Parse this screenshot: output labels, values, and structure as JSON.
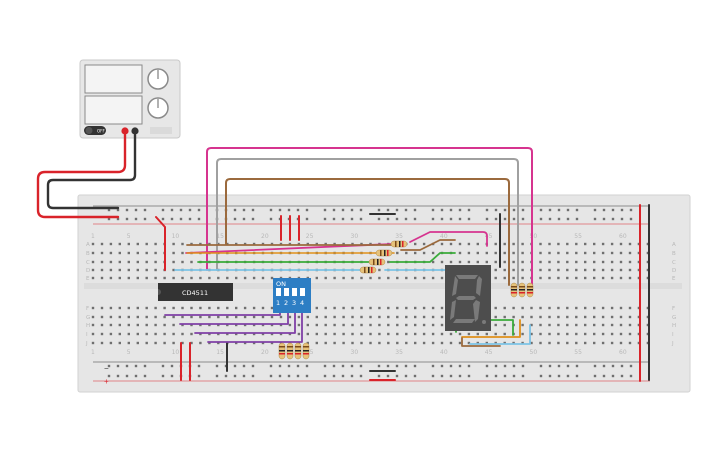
{
  "power_supply": {
    "off_label": "OFF",
    "knob_labels": [
      "",
      ""
    ]
  },
  "breadboard": {
    "column_numbers": [
      "1",
      "5",
      "10",
      "15",
      "20",
      "25",
      "30",
      "35",
      "40",
      "45",
      "50",
      "55",
      "60"
    ],
    "row_letters_top": [
      "A",
      "B",
      "C",
      "D",
      "E"
    ],
    "row_letters_bottom": [
      "F",
      "G",
      "H",
      "I",
      "J"
    ]
  },
  "chip": {
    "label": "CD4511"
  },
  "dip_switch": {
    "on_label": "ON",
    "numbers": [
      "1",
      "2",
      "3",
      "4"
    ]
  },
  "colors": {
    "wire_red": "#d9232a",
    "wire_black": "#333333",
    "wire_pink": "#d6348f",
    "wire_gray": "#999999",
    "wire_brown": "#9b6a3d",
    "wire_green": "#3aab3a",
    "wire_lightblue": "#7cc3e6",
    "wire_purple": "#7f3fa6",
    "wire_orange": "#e0901a",
    "dip_blue": "#2d7ec4",
    "display_body": "#4d4d4d"
  }
}
